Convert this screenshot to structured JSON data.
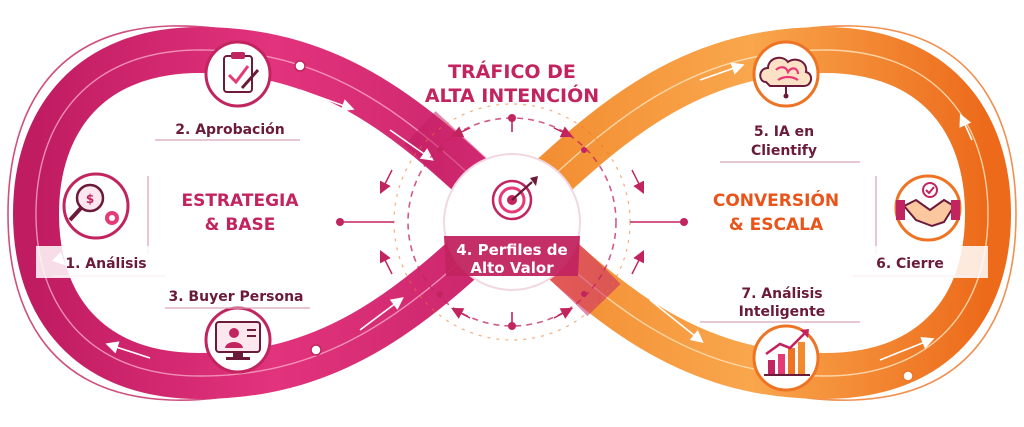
{
  "colors": {
    "pink": "#d6246e",
    "pink_dark": "#9c1b50",
    "orange": "#ef6a1e",
    "orange_light": "#f7a04a",
    "label_dark": "#6b1a3a"
  },
  "top_title": {
    "line1": "TRÁFICO DE",
    "line2": "ALTA INTENCIÓN"
  },
  "left_title": {
    "line1": "ESTRATEGIA",
    "line2": "& BASE"
  },
  "right_title": {
    "line1": "CONVERSIÓN",
    "line2": "& ESCALA"
  },
  "center": {
    "line1": "4. Perfiles de",
    "line2": "Alto Valor",
    "icon": "target-icon"
  },
  "steps": {
    "s1": {
      "label": "1. Análisis",
      "icon": "magnifier-gears-icon"
    },
    "s2": {
      "label": "2. Aprobación",
      "icon": "clipboard-check-icon"
    },
    "s3": {
      "label": "3. Buyer Persona",
      "icon": "monitor-user-icon"
    },
    "s5": {
      "line1": "5. IA en",
      "line2": "Clientify",
      "icon": "brain-cloud-icon"
    },
    "s6": {
      "label": "6. Cierre",
      "icon": "handshake-icon"
    },
    "s7": {
      "line1": "7. Análisis",
      "line2": "Inteligente",
      "icon": "growth-chart-icon"
    }
  }
}
